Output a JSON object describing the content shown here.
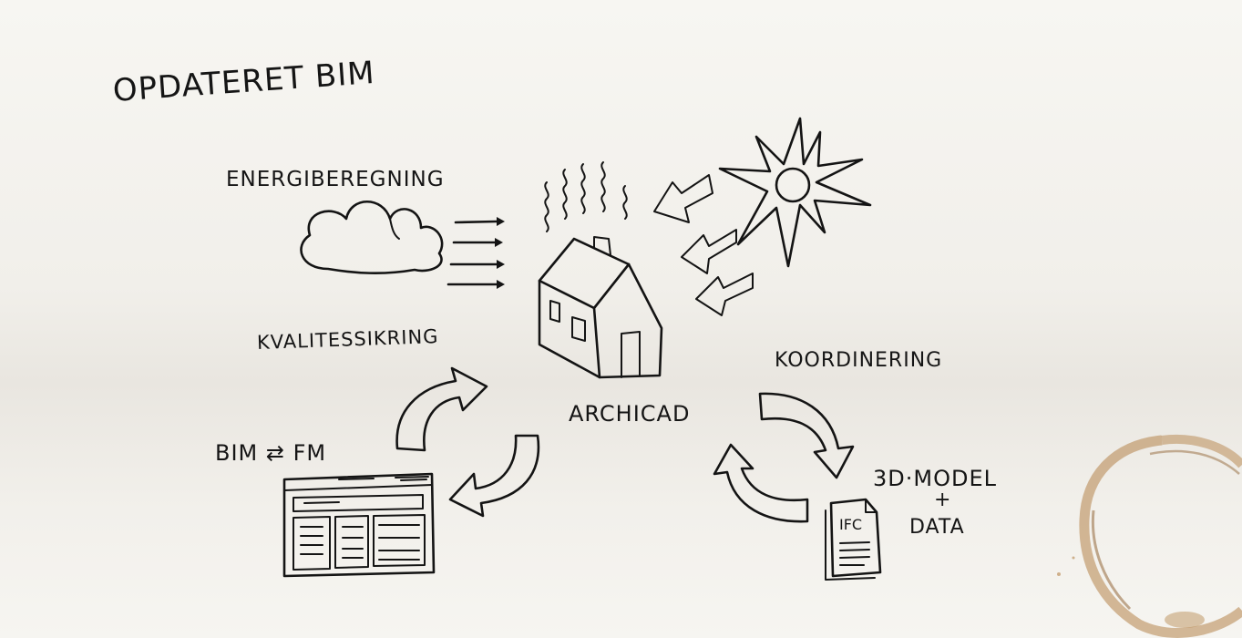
{
  "title": "OPDATERET BIM",
  "labels": {
    "energy": "ENERGIBEREGNING",
    "quality": "KVALITESSIKRING",
    "bim_fm": "BIM ⇄ FM",
    "archicad": "ARCHICAD",
    "coordination": "KOORDINERING",
    "model_line1": "3D·MODEL",
    "model_plus": "+",
    "model_line2": "DATA",
    "ifc": "IFC"
  },
  "colors": {
    "ink": "#141414",
    "paper": "#f3f1ec",
    "coffee_stain": "#b5844a"
  },
  "icons": [
    "cloud-icon",
    "sun-icon",
    "house-icon",
    "heat-waves-icon",
    "facility-management-window-icon",
    "ifc-document-icon",
    "cycle-arrow-icon",
    "coffee-stain-icon"
  ]
}
